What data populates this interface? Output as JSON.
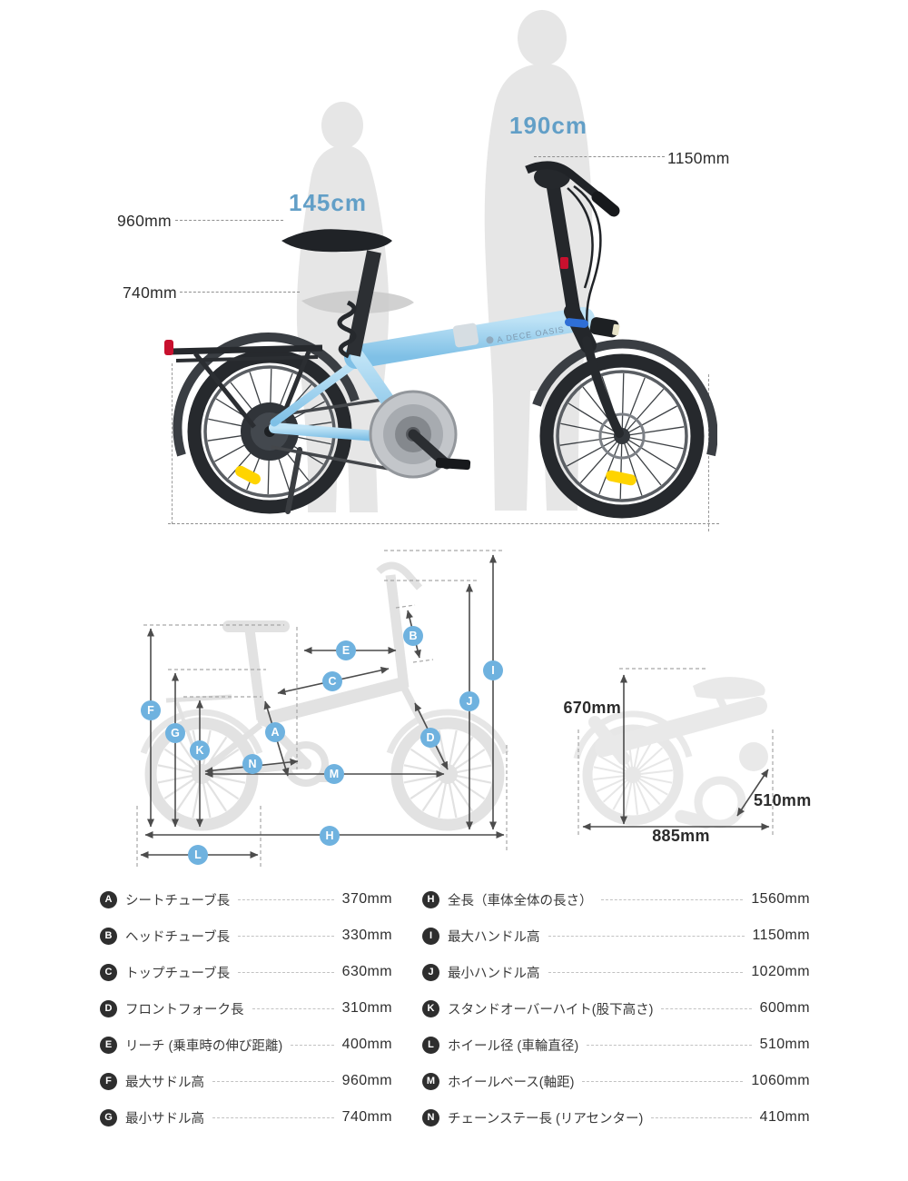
{
  "colors": {
    "accent_blue_text": "#629fc7",
    "letter_chip_blue": "#6fb2df",
    "spec_badge_dark": "#2e2e2e",
    "silhouette_gray": "#e6e6e6",
    "diagram_gray": "#e2e2e2",
    "arrow_gray": "#4c4c4c",
    "bike_frame_blue": "#9ccdeb",
    "reflector_yellow": "#ffd400",
    "tail_light_red": "#c8102e"
  },
  "top": {
    "rider_small": "145cm",
    "rider_tall": "190cm",
    "saddle_max": "960mm",
    "saddle_min": "740mm",
    "handlebar_max": "1150mm",
    "frame_logo": "A DECE OASIS"
  },
  "letters": [
    "A",
    "B",
    "C",
    "D",
    "E",
    "F",
    "G",
    "H",
    "I",
    "J",
    "K",
    "L",
    "M",
    "N"
  ],
  "folded": {
    "height": "670mm",
    "diagonal": "510mm",
    "length": "885mm"
  },
  "specs": {
    "left": [
      {
        "letter": "A",
        "label": "シートチューブ長",
        "value": "370mm"
      },
      {
        "letter": "B",
        "label": "ヘッドチューブ長",
        "value": "330mm"
      },
      {
        "letter": "C",
        "label": "トップチューブ長",
        "value": "630mm"
      },
      {
        "letter": "D",
        "label": "フロントフォーク長",
        "value": "310mm"
      },
      {
        "letter": "E",
        "label": "リーチ (乗車時の伸び距離)",
        "value": "400mm"
      },
      {
        "letter": "F",
        "label": "最大サドル高",
        "value": "960mm"
      },
      {
        "letter": "G",
        "label": "最小サドル高",
        "value": "740mm"
      }
    ],
    "right": [
      {
        "letter": "H",
        "label": "全長（車体全体の長さ）",
        "value": "1560mm"
      },
      {
        "letter": "I",
        "label": "最大ハンドル高",
        "value": "1150mm"
      },
      {
        "letter": "J",
        "label": "最小ハンドル高",
        "value": "1020mm"
      },
      {
        "letter": "K",
        "label": "スタンドオーバーハイト(股下高さ)",
        "value": "600mm"
      },
      {
        "letter": "L",
        "label": "ホイール径 (車輪直径)",
        "value": "510mm"
      },
      {
        "letter": "M",
        "label": "ホイールベース(軸距)",
        "value": "1060mm"
      },
      {
        "letter": "N",
        "label": "チェーンステー長 (リアセンター)",
        "value": "410mm"
      }
    ]
  }
}
